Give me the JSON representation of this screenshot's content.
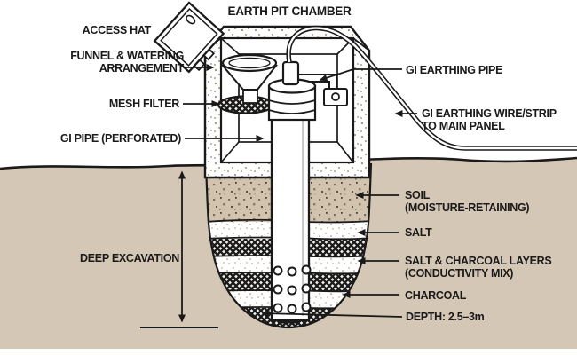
{
  "title": "EARTH PIT CHAMBER",
  "labels": {
    "access_hat": "ACCESS HAT",
    "funnel_line1": "FUNNEL & WATERING",
    "funnel_line2": "ARRANGEMENT",
    "mesh_filter": "MESH FILTER",
    "gi_pipe_perforated": "GI PIPE (PERFORATED)",
    "gi_earthing_pipe": "GI EARTHING PIPE",
    "wire_line1": "GI EARTHING WIRE/STRIP",
    "wire_line2": "TO MAIN PANEL",
    "soil_line1": "SOIL",
    "soil_line2": "(MOISTURE-RETAINING)",
    "salt": "SALT",
    "salt_charcoal_line1": "SALT & CHARCOAL LAYERS",
    "salt_charcoal_line2": "(CONDUCTIVITY MIX)",
    "charcoal": "CHARCOAL",
    "depth": "DEPTH: 2.5–3m",
    "deep_excavation": "DEEP EXCAVATION"
  },
  "depth_value": "2.5–3m",
  "colors": {
    "earth_tan": "#d5c7b5",
    "ink": "#1a1a1a",
    "speck_dark": "#6e6356",
    "speck_mid": "#9c8c76"
  }
}
